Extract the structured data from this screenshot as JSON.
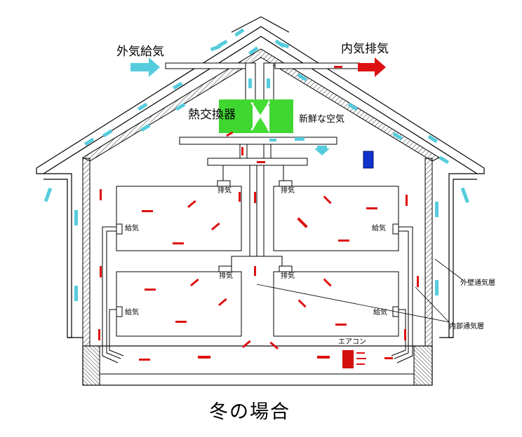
{
  "labels": {
    "outside_supply": "外気給気",
    "inside_exhaust": "内気排気",
    "heat_exchanger": "熱交換器",
    "fresh_air": "新鮮な空気",
    "exhaust": "排気",
    "supply": "給気",
    "outer_wall_layer": "外壁通気層",
    "inner_layer": "内部通気層",
    "air_conditioner": "エアコン",
    "caption": "冬の場合"
  },
  "colors": {
    "line": "#000000",
    "fresh_arrow": "#55ccdd",
    "exhaust_arrow": "#dd1111",
    "exchanger": "#44dd33",
    "aircon": "#dd1111",
    "small_unit": "#1133cc",
    "hatch": "#000000"
  }
}
